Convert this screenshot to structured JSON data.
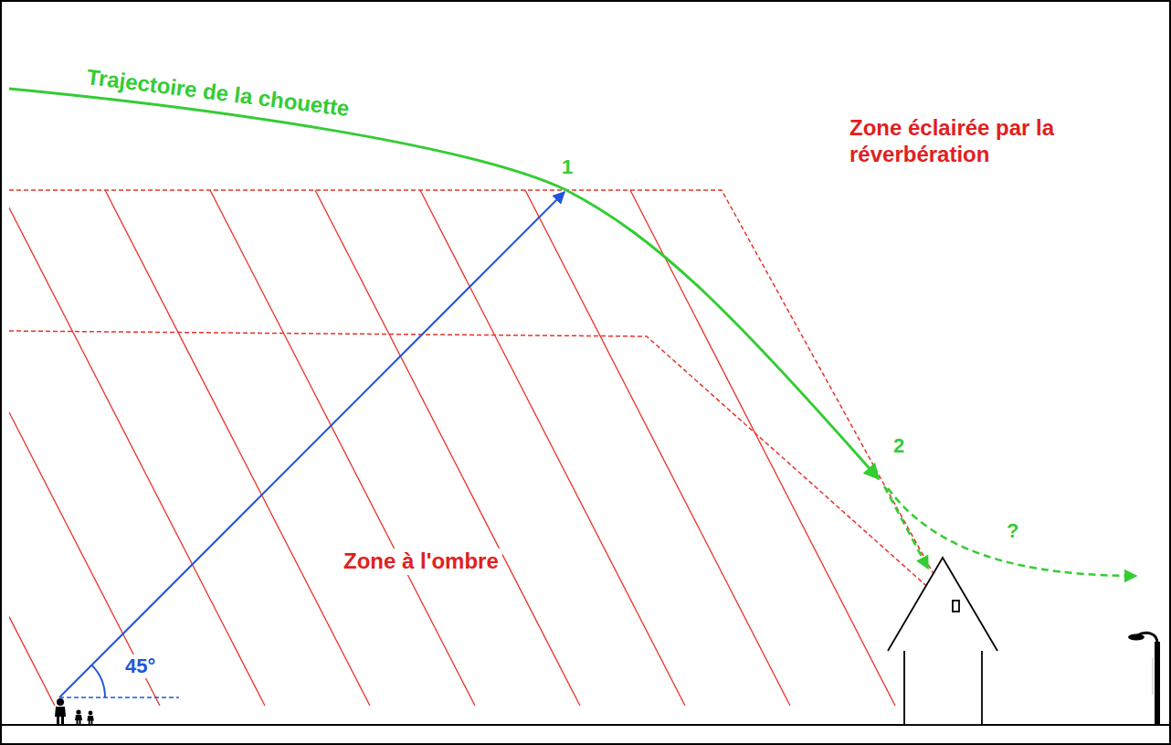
{
  "diagram": {
    "labels": [
      "Trajectoire de la chouette",
      "1",
      "Zone éclairée par la réverbération",
      "Zone à l'ombre",
      "45°",
      "2",
      "?"
    ]
  }
}
